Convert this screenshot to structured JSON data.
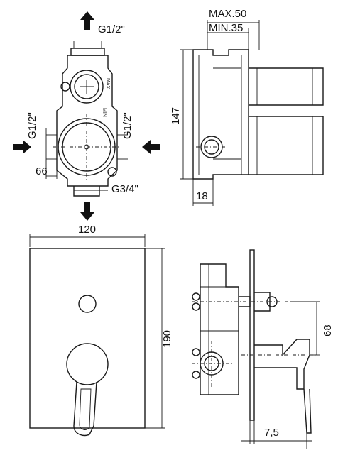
{
  "top_view": {
    "inlet_top": "G1/2\"",
    "inlet_left": "G1/2\"",
    "inlet_right": "G1/2\"",
    "dim_width": "66",
    "outlet_bottom": "G3/4\"",
    "mark_max": "MAX",
    "mark_min": "MIN"
  },
  "side_view": {
    "depth_max": "MAX.50",
    "depth_min": "MIN.35",
    "height": "147",
    "offset": "18"
  },
  "front_view": {
    "plate_width": "120",
    "plate_height": "190"
  },
  "assembly_view": {
    "axis_distance": "68",
    "projection": "7,5"
  }
}
